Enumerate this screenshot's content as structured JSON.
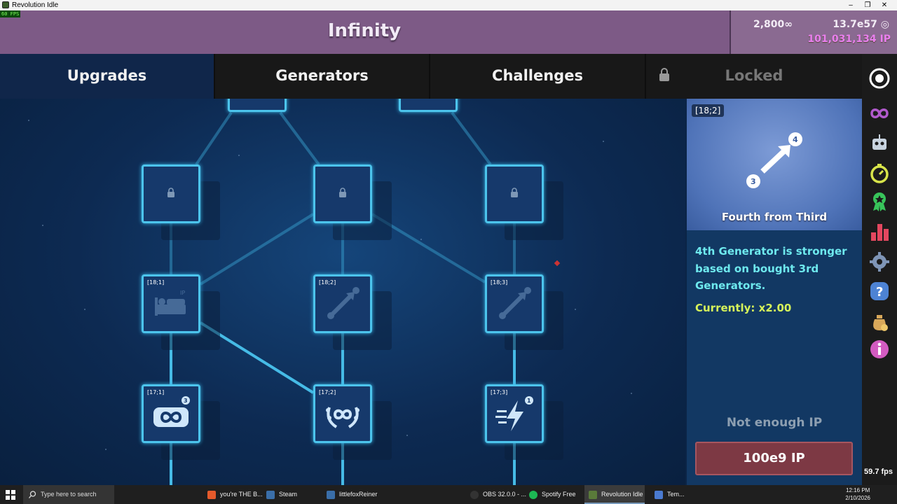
{
  "window": {
    "title": "Revolution Idle",
    "fps_badge": "60 FPS"
  },
  "header": {
    "title": "Infinity",
    "infinities": "2,800∞",
    "points": "13.7e57",
    "infinity_points": "101,031,134 IP"
  },
  "tabs": [
    {
      "label": "Upgrades"
    },
    {
      "label": "Generators"
    },
    {
      "label": "Challenges"
    },
    {
      "label": "Locked"
    }
  ],
  "nodes": [
    {
      "id": "[18;1]"
    },
    {
      "id": "[18;2]"
    },
    {
      "id": "[18;3]"
    },
    {
      "id": "[17;1]",
      "badge": "3"
    },
    {
      "id": "[17;2]"
    },
    {
      "id": "[17;3]",
      "badge": "1"
    }
  ],
  "detail": {
    "tag": "[18;2]",
    "name": "Fourth from Third",
    "icon_from": "3",
    "icon_to": "4",
    "description": "4th Generator is stronger based on bought 3rd Generators.",
    "current": "Currently: x2.00",
    "status": "Not enough IP",
    "cost": "100e9 IP"
  },
  "sidebar_icons": [
    "target-icon",
    "infinity-icon",
    "robot-icon",
    "stopwatch-icon",
    "award-icon",
    "stats-icon",
    "settings-icon",
    "help-icon",
    "money-bag-icon",
    "info-icon"
  ],
  "fps_display": "59.7 fps",
  "taskbar": {
    "search_placeholder": "Type here to search",
    "items": [
      "you're THE B...",
      "Steam",
      "littlefoxReiner",
      "OBS 32.0.0 - ...",
      "Spotify Free",
      "Revolution Idle",
      "Tem..."
    ],
    "time": "12:16 PM",
    "date": "2/10/2026"
  },
  "colors": {
    "accent": "#4cc4ec",
    "header": "#7d5a86",
    "ip": "#ea7ff0",
    "desc": "#6ee9ee",
    "current": "#d6f35a",
    "buy": "#7d3944"
  }
}
